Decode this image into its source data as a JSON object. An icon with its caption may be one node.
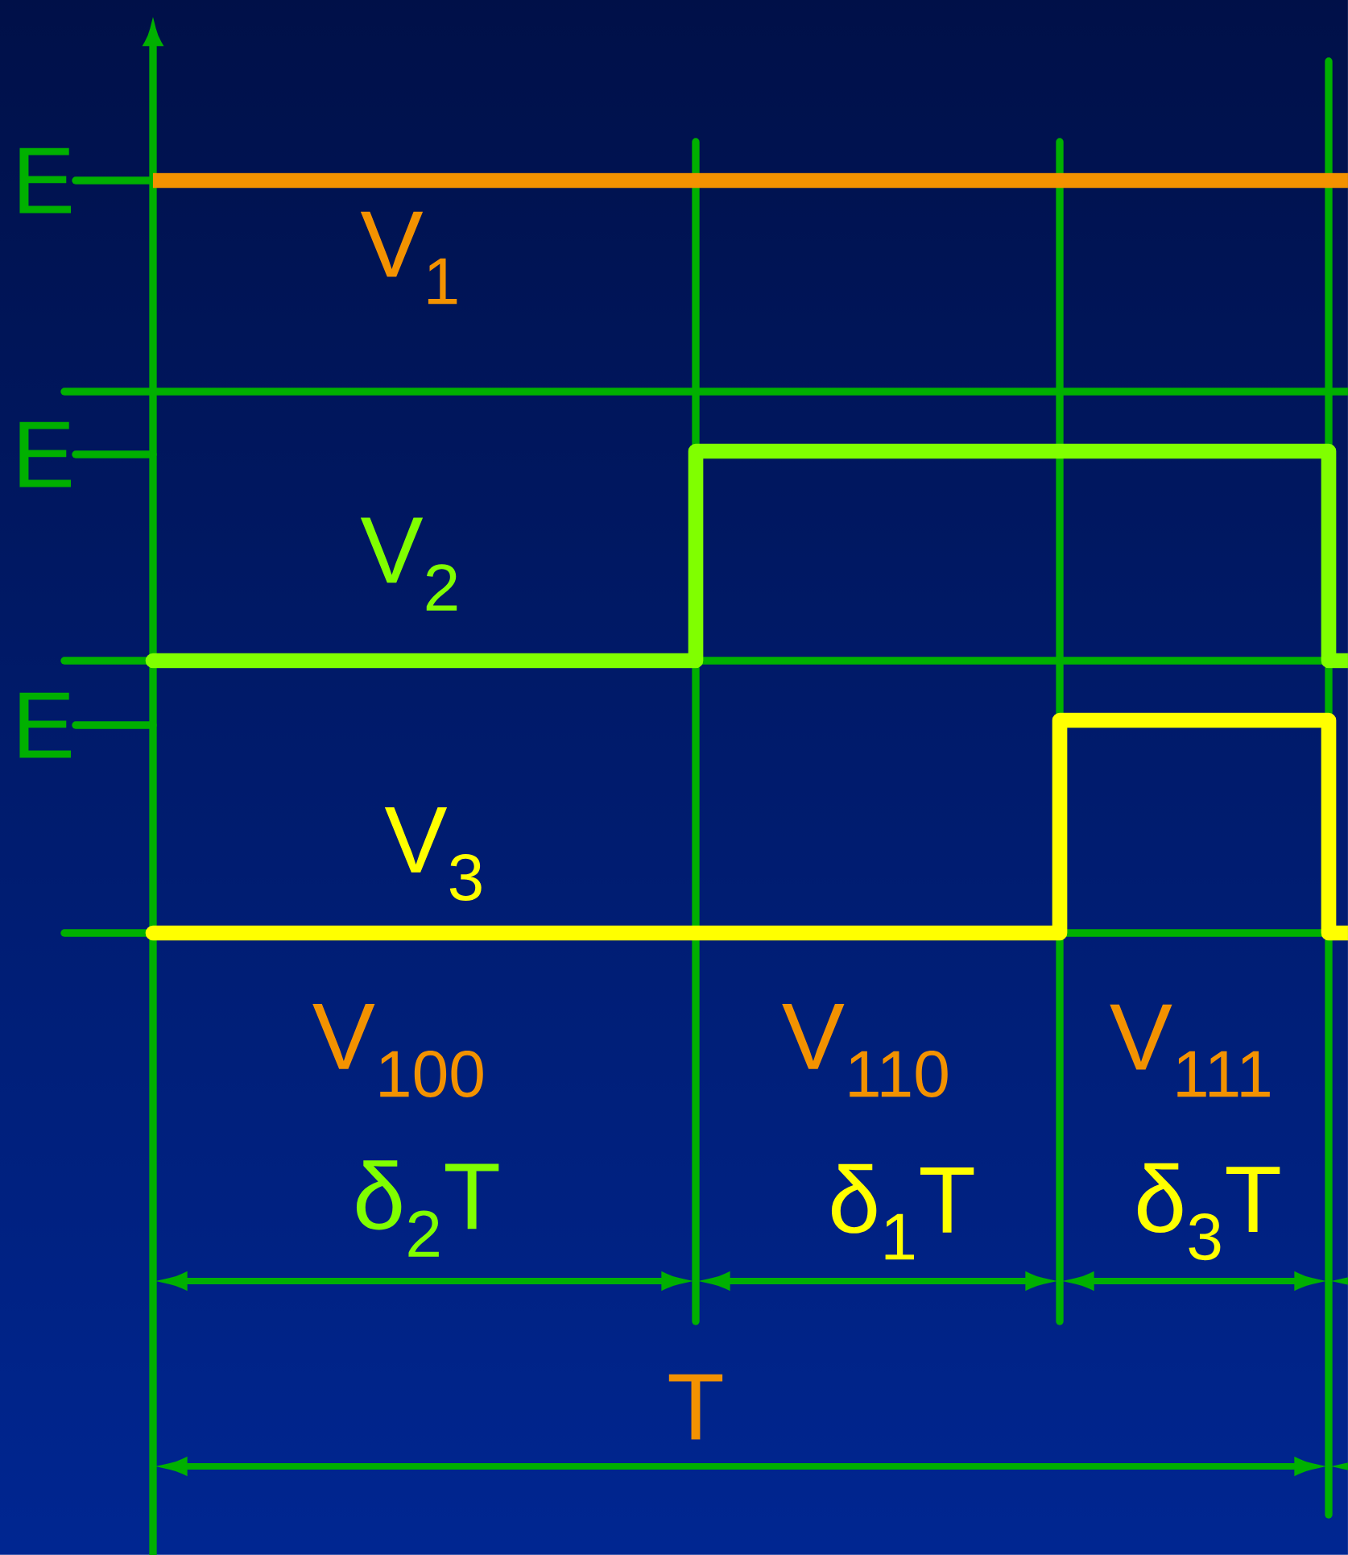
{
  "diagram": {
    "labels": [
      "E",
      "V$_{1}$",
      "E",
      "V$_{2}$",
      "E",
      "V$_{3}$",
      "V$_{100}$",
      "V$_{110}$",
      "V$_{111}$",
      "δ$_{2}$T",
      "δ$_{1}$T",
      "δ$_{3}$T",
      "T"
    ]
  }
}
